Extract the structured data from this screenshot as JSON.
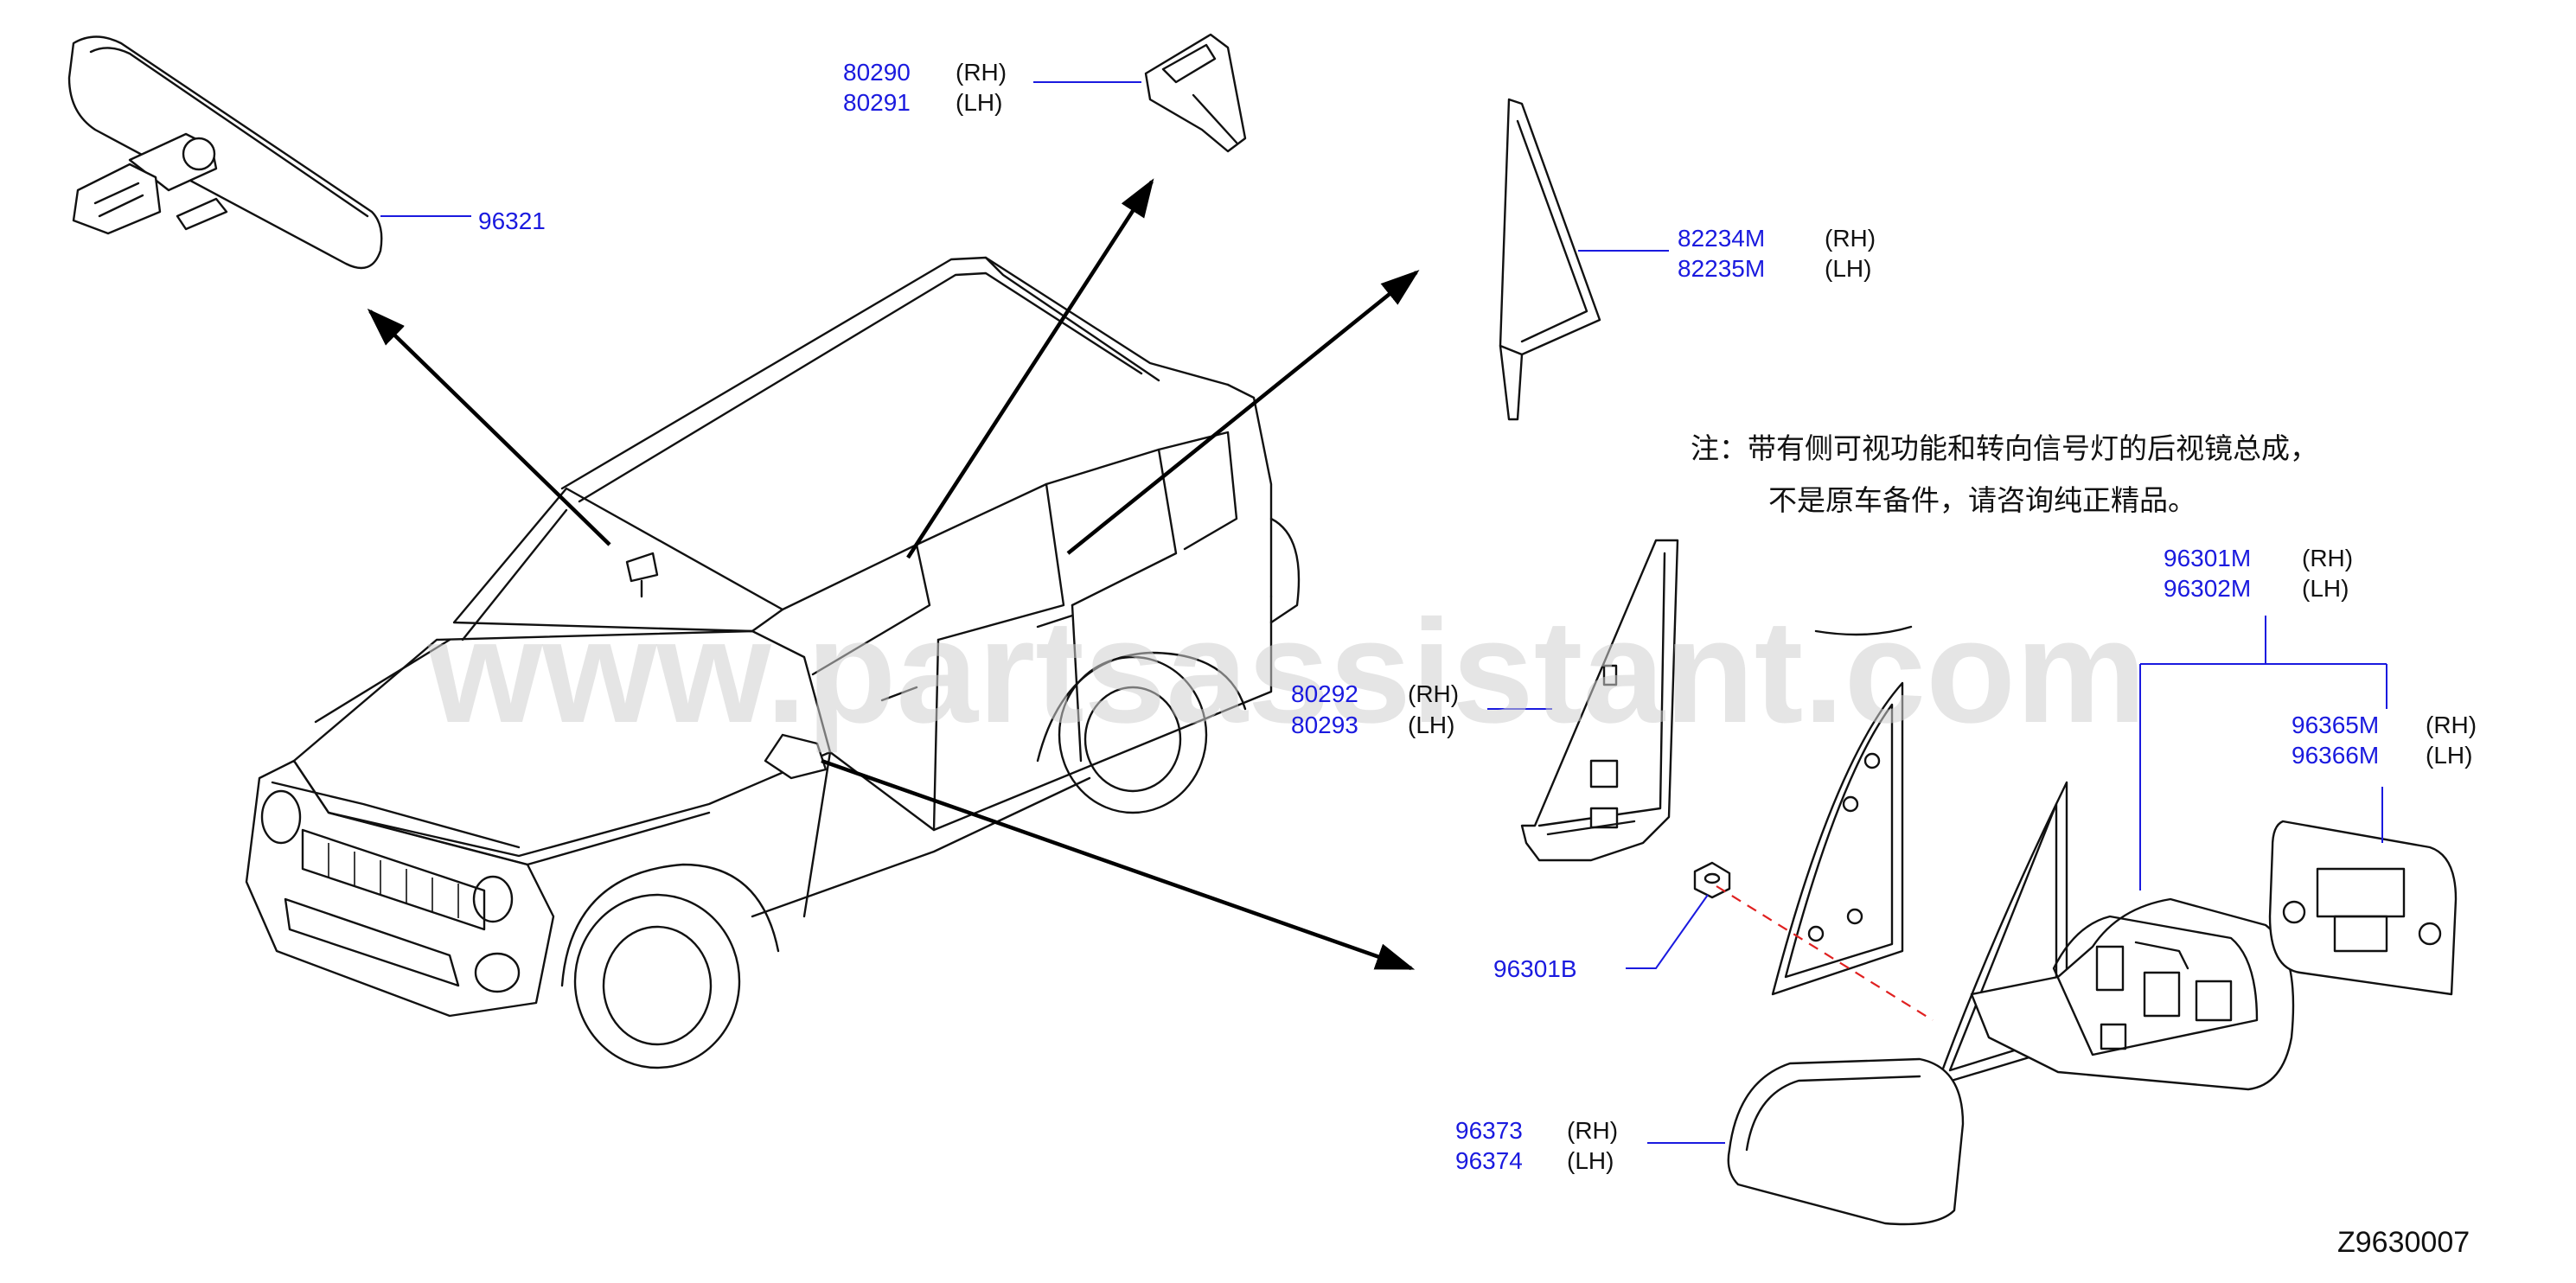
{
  "parts": [
    {
      "id": "p96321",
      "number": "96321",
      "side": ""
    },
    {
      "id": "p80290",
      "number": "80290",
      "side": "(RH)"
    },
    {
      "id": "p80291",
      "number": "80291",
      "side": "(LH)"
    },
    {
      "id": "p82234M",
      "number": "82234M",
      "side": "(RH)"
    },
    {
      "id": "p82235M",
      "number": "82235M",
      "side": "(LH)"
    },
    {
      "id": "p96301M",
      "number": "96301M",
      "side": "(RH)"
    },
    {
      "id": "p96302M",
      "number": "96302M",
      "side": "(LH)"
    },
    {
      "id": "p96365M",
      "number": "96365M",
      "side": "(RH)"
    },
    {
      "id": "p96366M",
      "number": "96366M",
      "side": "(LH)"
    },
    {
      "id": "p80292",
      "number": "80292",
      "side": "(RH)"
    },
    {
      "id": "p80293",
      "number": "80293",
      "side": "(LH)"
    },
    {
      "id": "p96301B",
      "number": "96301B",
      "side": ""
    },
    {
      "id": "p96373",
      "number": "96373",
      "side": "(RH)"
    },
    {
      "id": "p96374",
      "number": "96374",
      "side": "(LH)"
    }
  ],
  "note": {
    "line1": "注：带有侧可视功能和转向信号灯的后视镜总成，",
    "line2": "不是原车备件，请咨询纯正精品。"
  },
  "watermark": "www.partsassistant.com",
  "diagram_ref": "Z9630007",
  "colors": {
    "part_number": "#1a1adf",
    "text": "#111111",
    "dashed_guide": "#e02020",
    "watermark": "#cfcfcf"
  }
}
